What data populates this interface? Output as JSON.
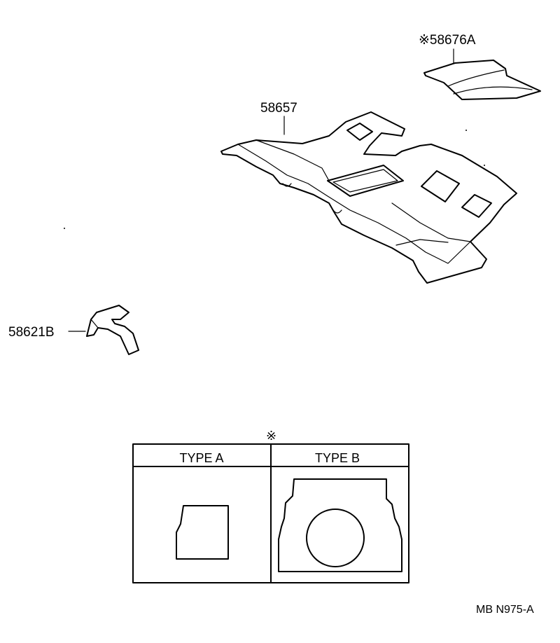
{
  "parts": {
    "p58676": {
      "label": "※58676A"
    },
    "p58657": {
      "label": "58657"
    },
    "p58621": {
      "label": "58621B"
    }
  },
  "legend": {
    "mark": "※",
    "type_a": "TYPE A",
    "type_b": "TYPE B"
  },
  "ref_code": "MB N975-A"
}
